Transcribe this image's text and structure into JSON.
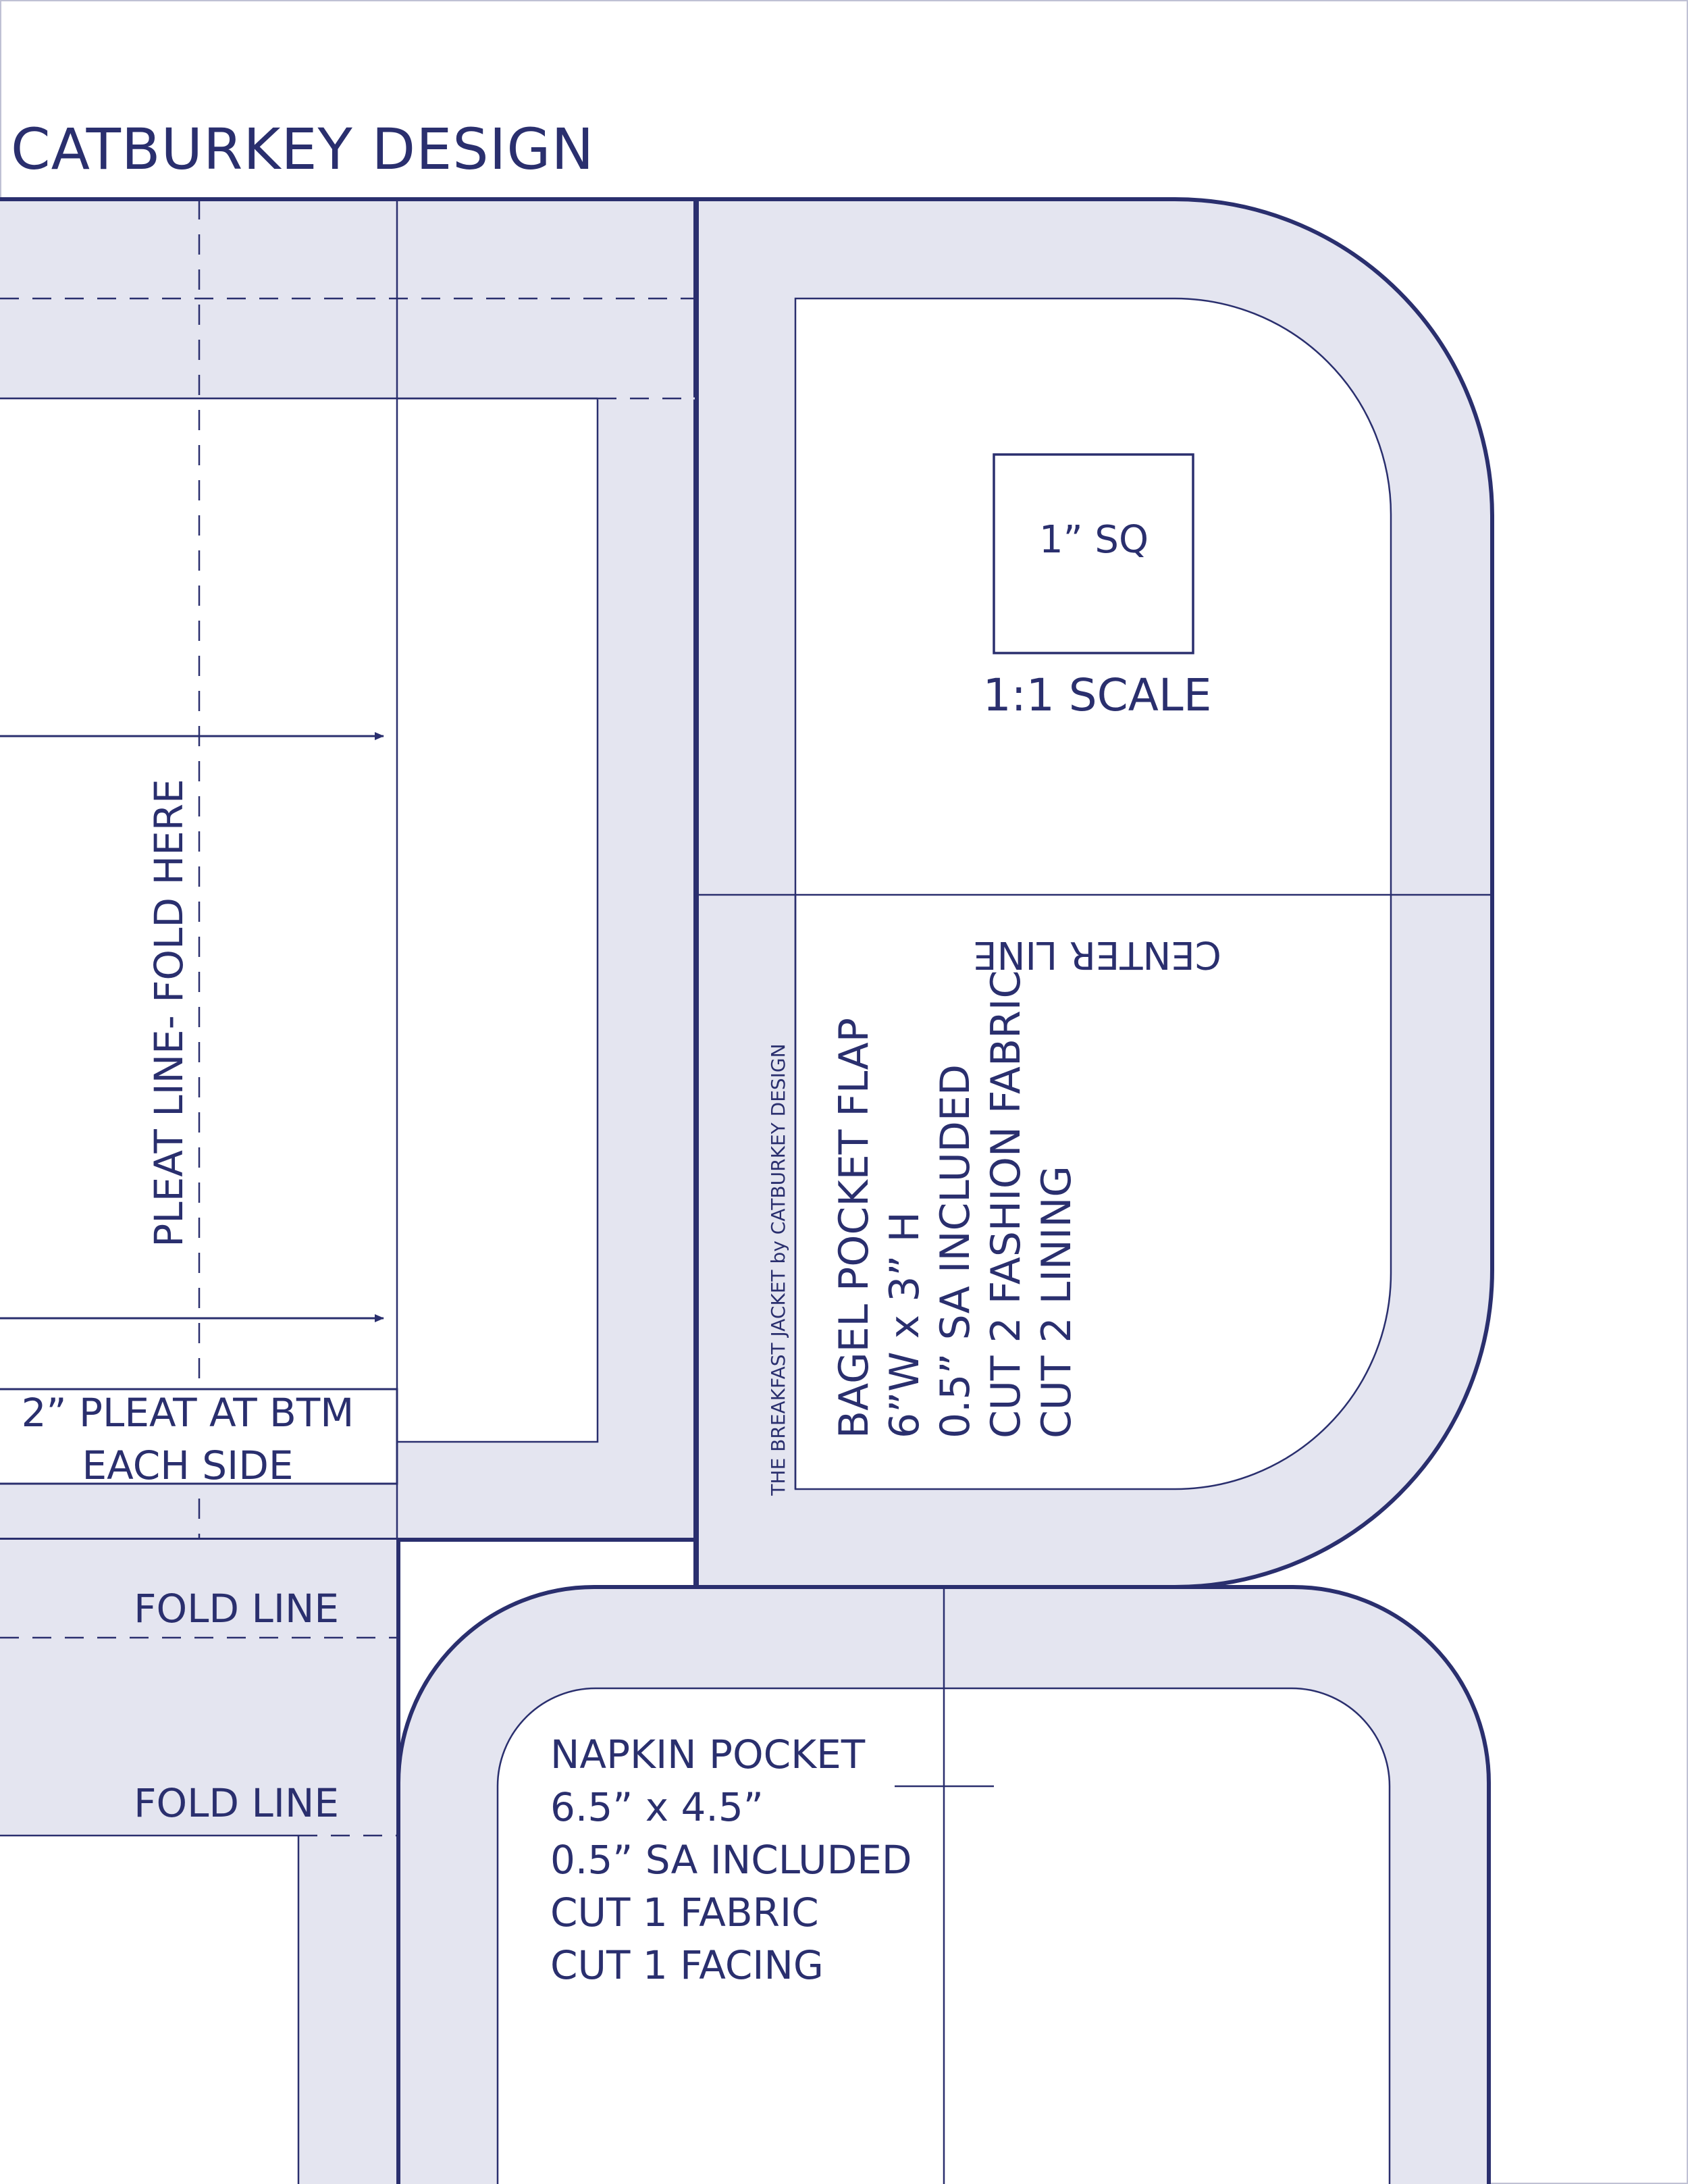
{
  "header": {
    "title": "CATBURKEY DESIGN"
  },
  "pieces": {
    "bodice": {
      "pleat_line_label": "PLEAT LINE- FOLD HERE",
      "pleat_note": {
        "line1": "2” PLEAT AT BTM",
        "line2": "EACH SIDE"
      }
    },
    "fold_lines": {
      "upper": "FOLD LINE",
      "lower": "FOLD LINE"
    },
    "scale_square": {
      "square_label": "1” SQ",
      "scale_label": "1:1 SCALE"
    },
    "bagel_pocket_flap": {
      "center_line": "CENTER LINE",
      "credit": "THE BREAKFAST JACKET by CATBURKEY DESIGN",
      "lines": [
        "BAGEL POCKET FLAP",
        "6”W x 3” H",
        "0.5” SA INCLUDED",
        "CUT 2 FASHION FABRIC",
        "CUT 2 LINING"
      ]
    },
    "napkin_pocket": {
      "lines": [
        "NAPKIN POCKET",
        "6.5” x 4.5”",
        "0.5” SA INCLUDED",
        "CUT 1 FABRIC",
        "CUT 1 FACING"
      ]
    }
  },
  "colors": {
    "line": "#2a2f6e",
    "seam_allowance_fill": "#e4e5f0",
    "paper": "#ffffff"
  }
}
